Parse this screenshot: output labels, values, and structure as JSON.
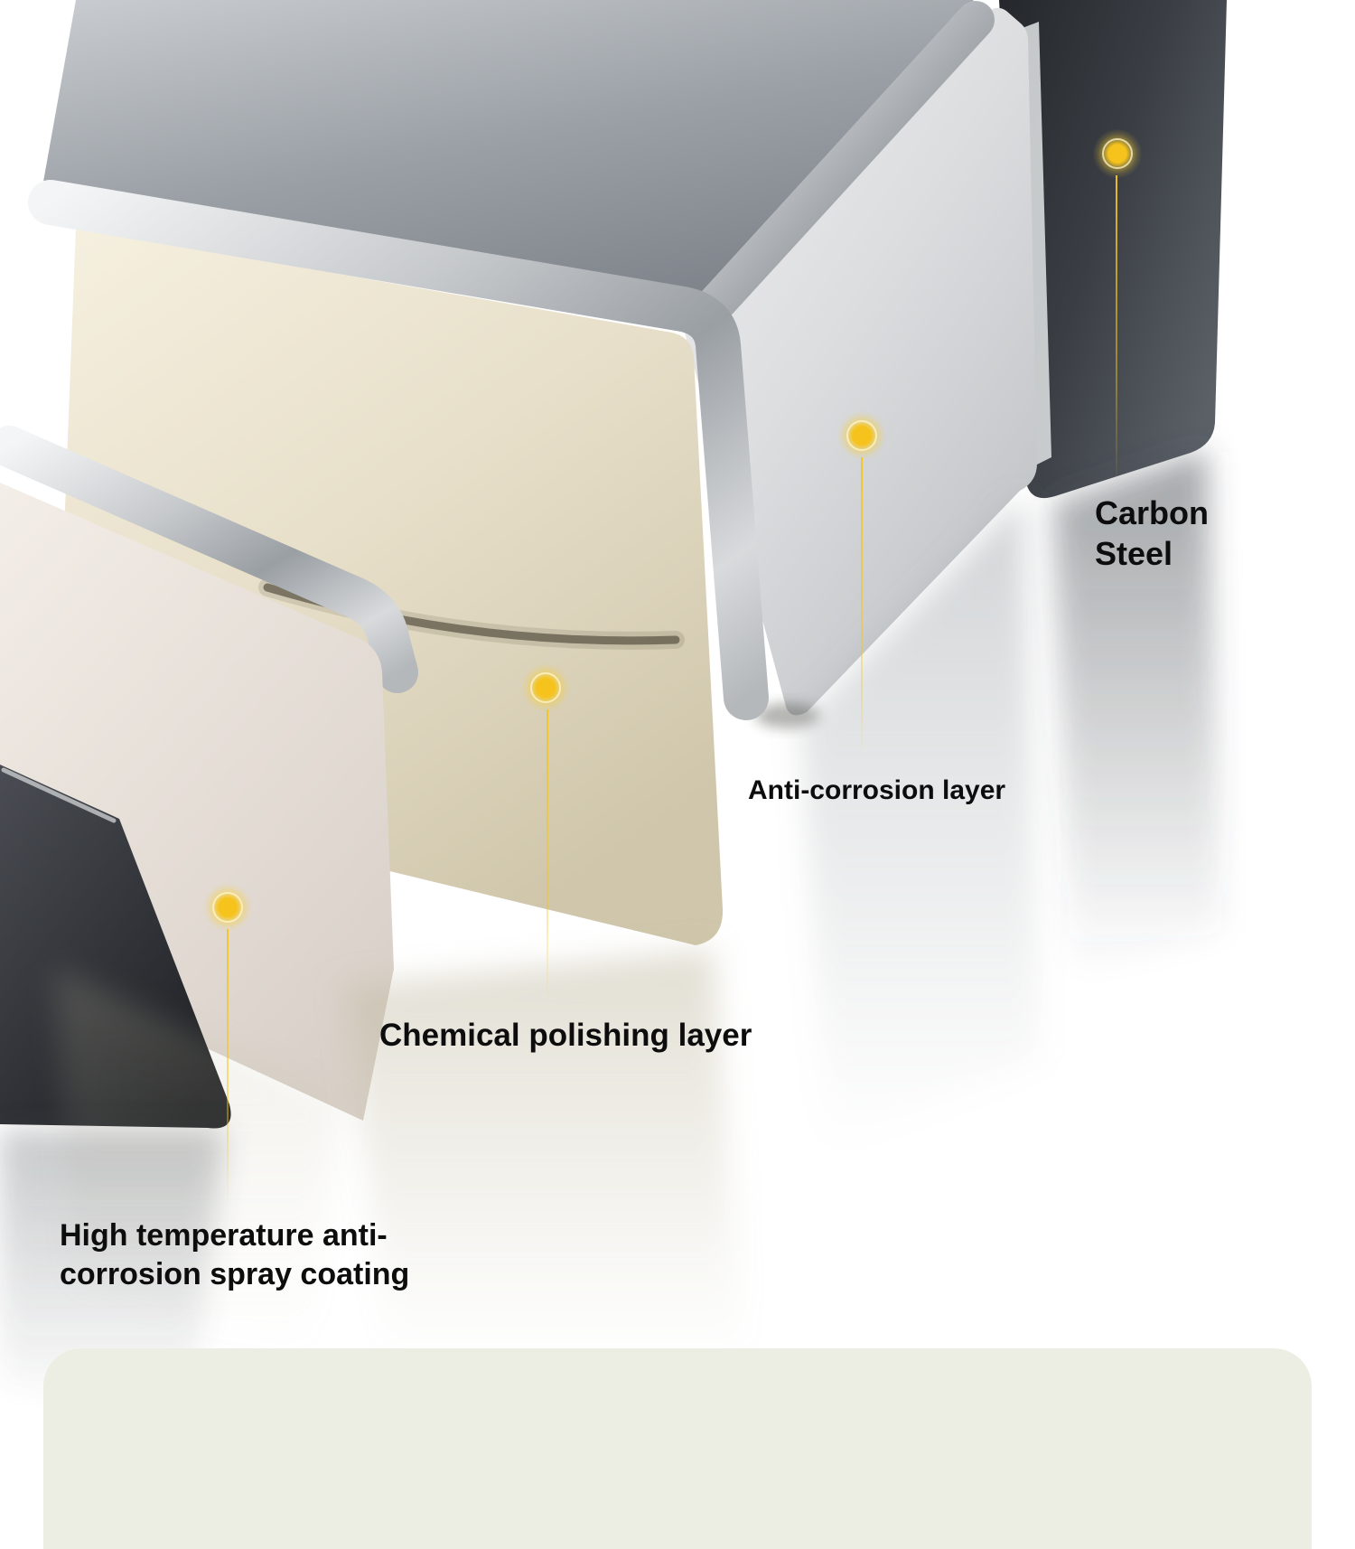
{
  "callouts": [
    {
      "id": "carbon-steel",
      "label": "Carbon Steel"
    },
    {
      "id": "anti-corrosion-layer",
      "label": "Anti-corrosion layer"
    },
    {
      "id": "chemical-polishing-layer",
      "label": "Chemical polishing layer"
    },
    {
      "id": "high-temperature-anti-corrosion-spray-coating",
      "label": "High temperature anti-corrosion spray coating"
    }
  ],
  "style": {
    "callout_dot_color": "#F6C31D",
    "label_color": "#0D0D0E",
    "background_color": "#FFFFFF",
    "footer_band_color": "#ECEDE3",
    "layer_colors": {
      "carbon_steel": "#33373C",
      "anti_corrosion_layer": "#DCDDDF",
      "chemical_polishing_layer": "#E7DFC9",
      "high_temperature_coating": "#EDE6E0",
      "metal_frame": "#C6C9CC"
    }
  }
}
